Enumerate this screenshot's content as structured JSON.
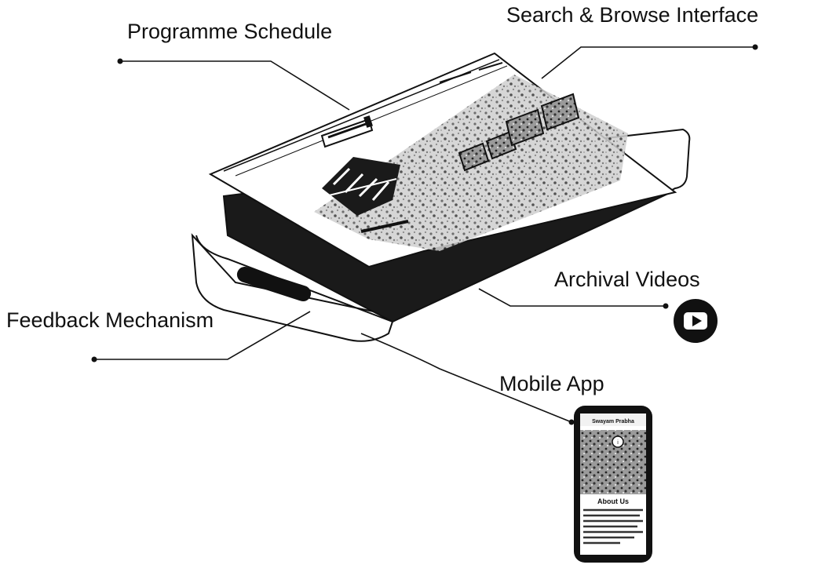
{
  "callouts": {
    "programme_schedule": "Programme Schedule",
    "search_browse": "Search & Browse Interface",
    "archival_videos": "Archival Videos",
    "feedback_mechanism": "Feedback Mechanism",
    "mobile_app": "Mobile App"
  },
  "phone_screen": {
    "header": "Swayam Prabha",
    "section_title": "About Us"
  },
  "icons": {
    "video": "play-icon"
  },
  "colors": {
    "ink": "#111111",
    "device_body": "#ffffff",
    "device_dark": "#1a1a1a"
  }
}
